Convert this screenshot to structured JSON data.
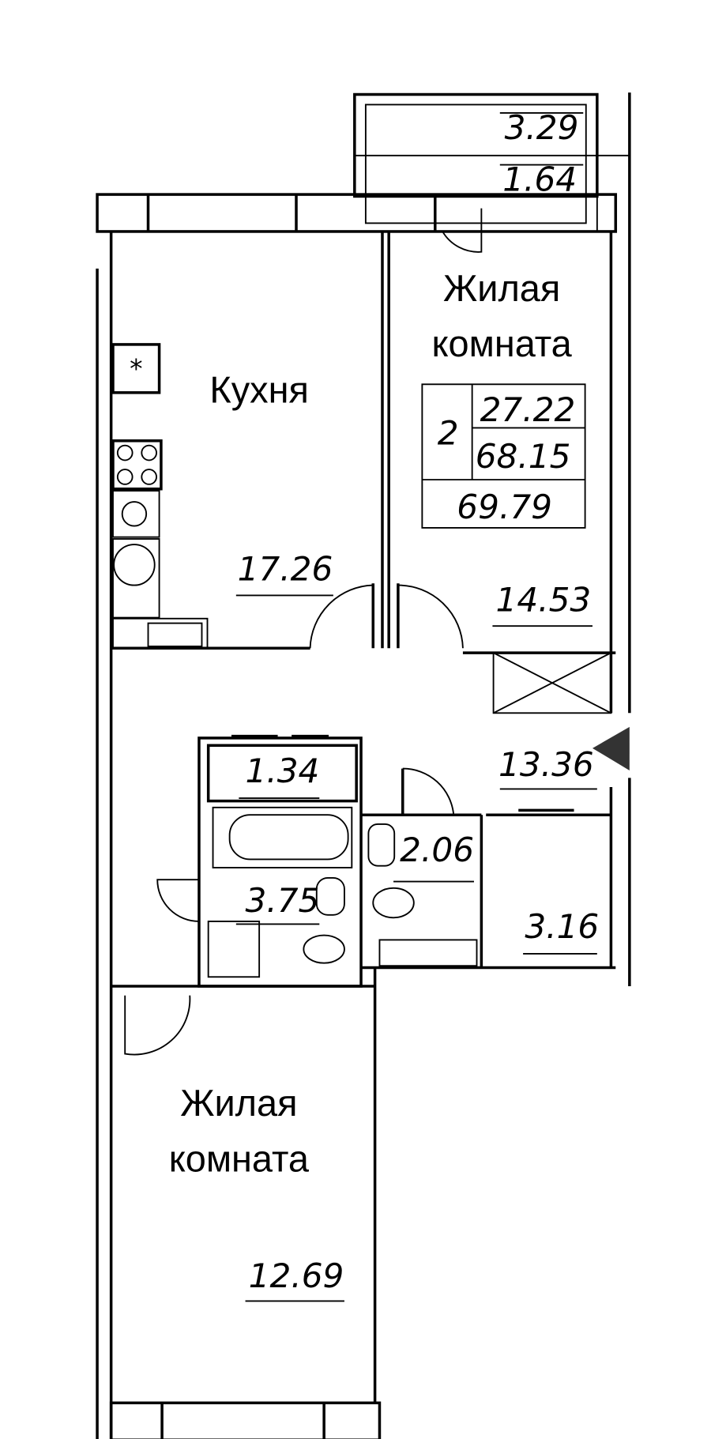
{
  "rooms": {
    "balcony": {
      "area_total": "3.29",
      "area_reduced": "1.64"
    },
    "kitchen": {
      "name": "Кухня",
      "area": "17.26"
    },
    "living_room_1": {
      "name_line1": "Жилая",
      "name_line2": "комната",
      "area": "14.53"
    },
    "hallway": {
      "area": "13.36"
    },
    "wardrobe": {
      "area": "1.34"
    },
    "bathroom": {
      "area": "3.75"
    },
    "toilet": {
      "area": "2.06"
    },
    "storage": {
      "area": "3.16"
    },
    "living_room_2": {
      "name_line1": "Жилая",
      "name_line2": "комната",
      "area": "12.69"
    }
  },
  "summary": {
    "room_count": "2",
    "living_area": "27.22",
    "total_area": "68.15",
    "total_with_balcony": "69.79"
  },
  "colors": {
    "line": "#000000",
    "entrance_marker": "#333333"
  }
}
